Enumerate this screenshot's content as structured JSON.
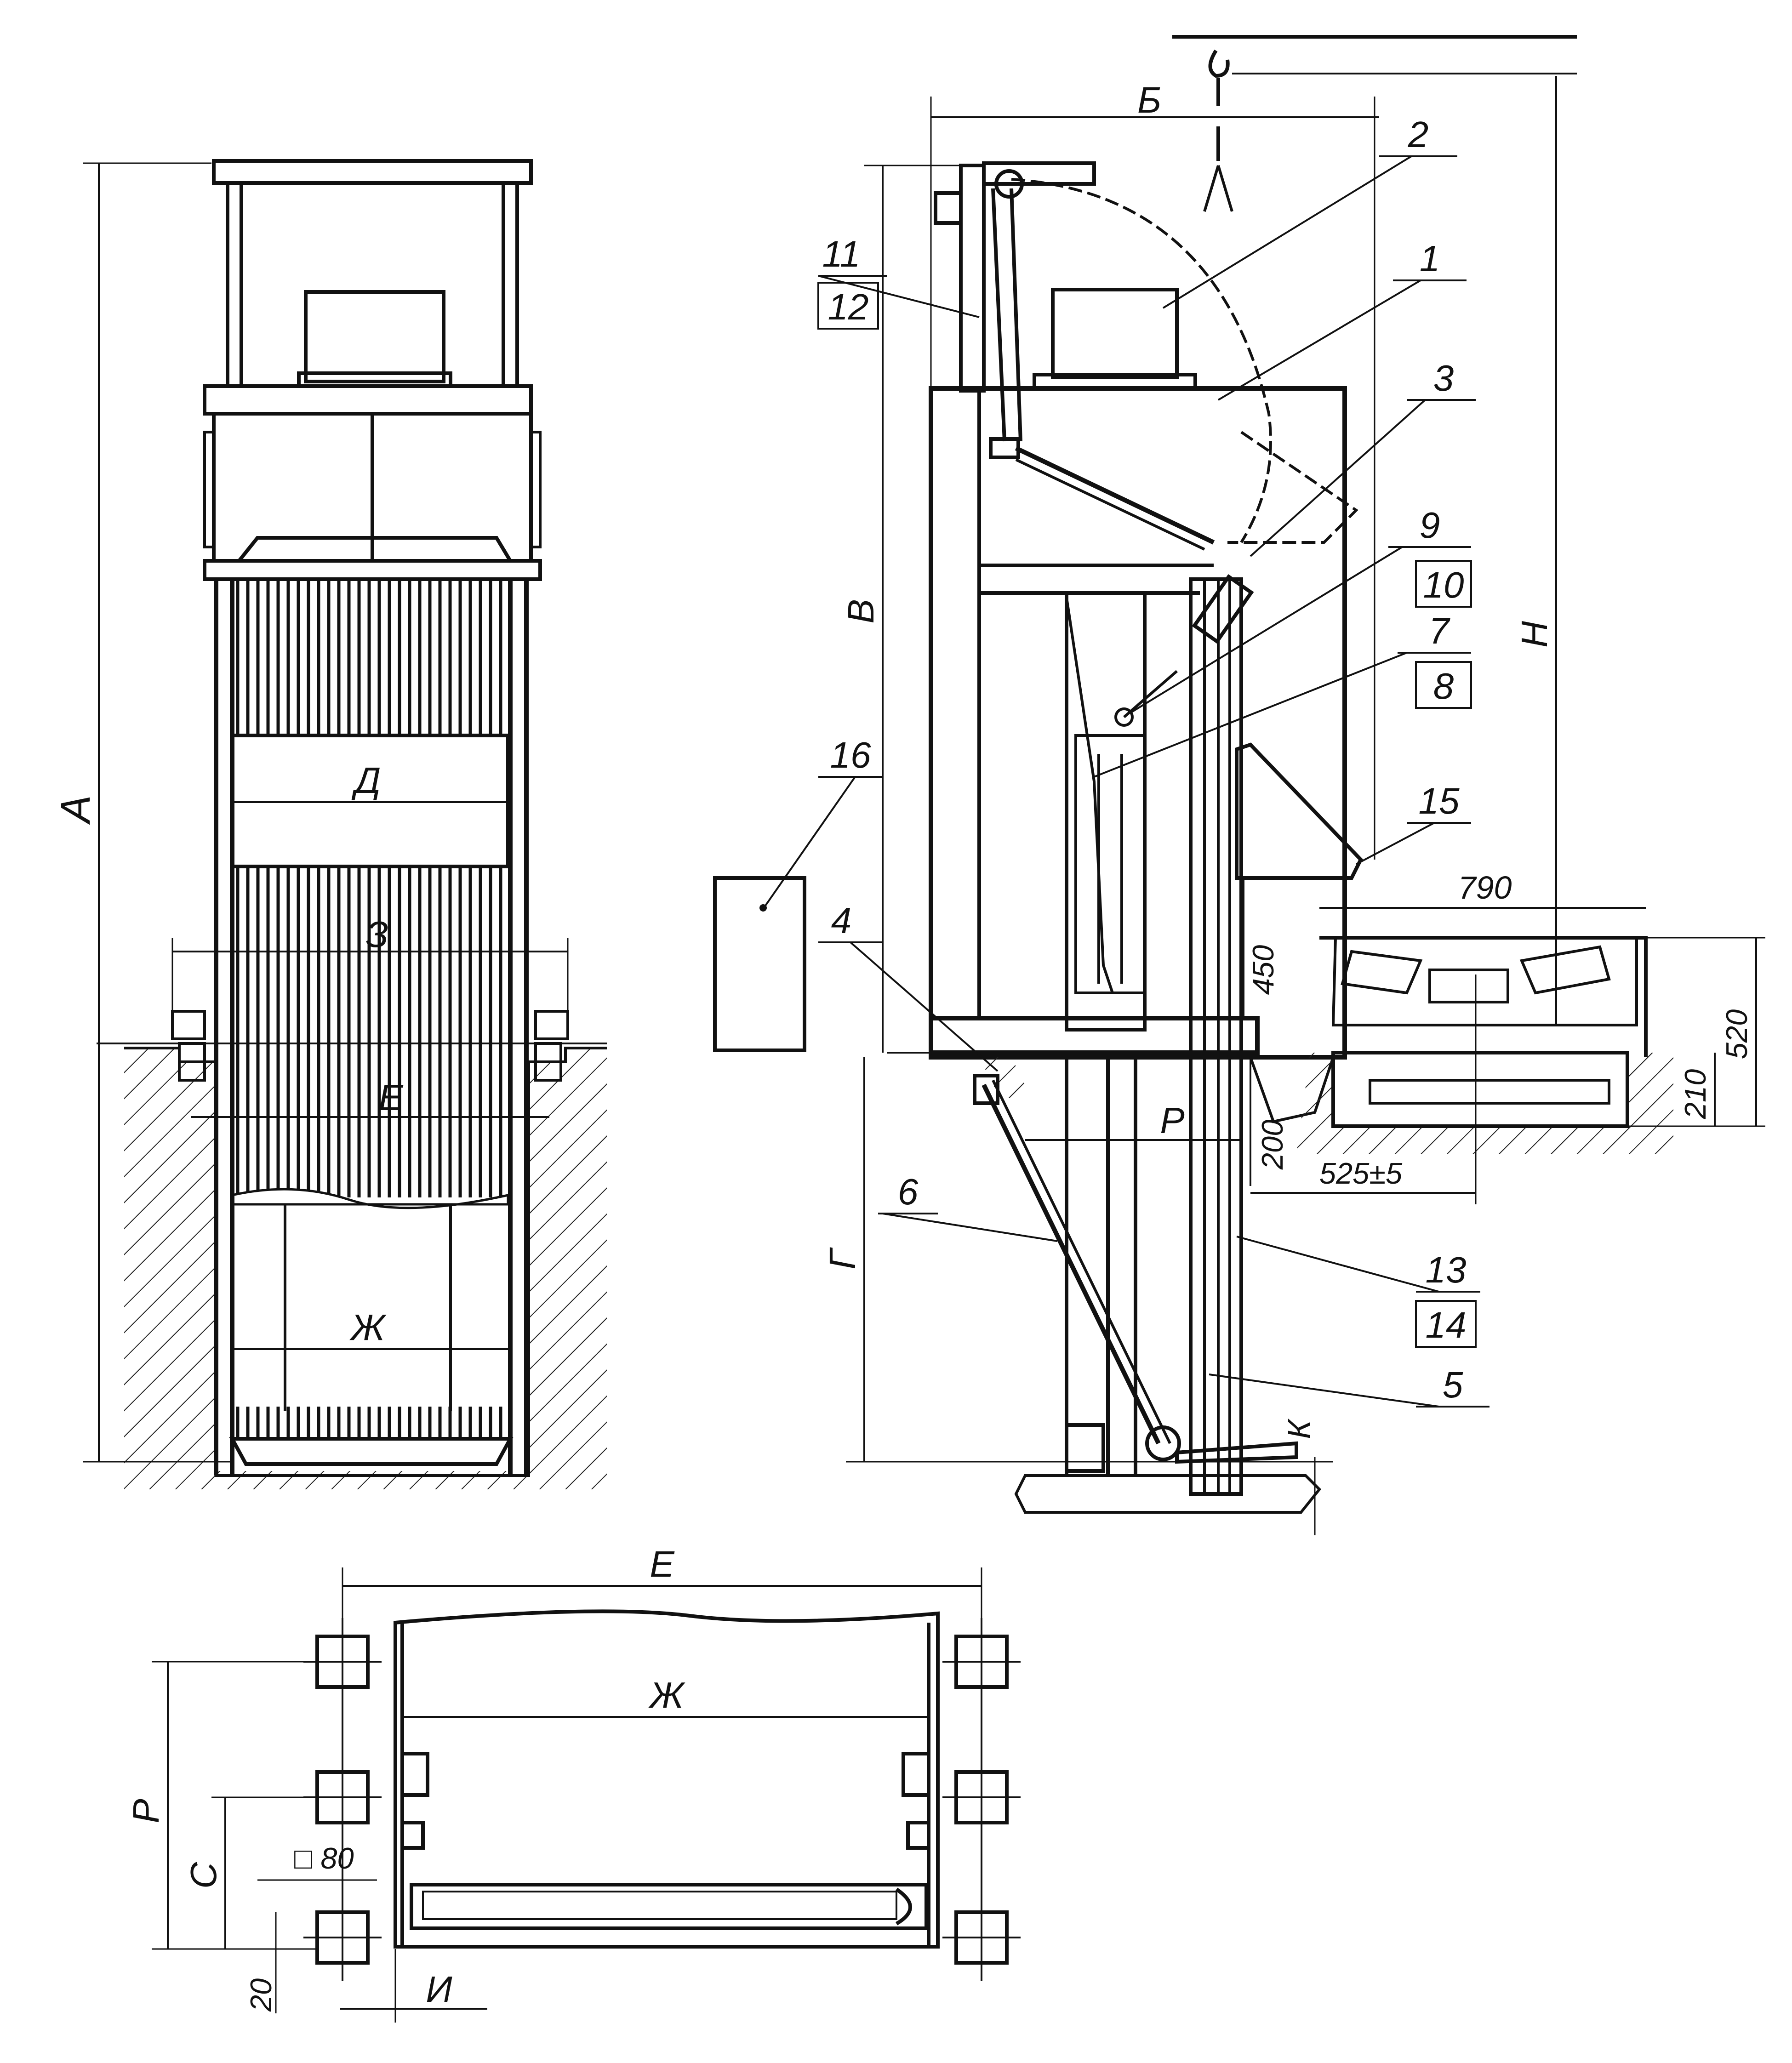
{
  "front_view": {
    "dimensions": {
      "A": "А",
      "D": "Д",
      "Z": "З",
      "E": "Е",
      "ZH": "Ж"
    }
  },
  "side_view": {
    "dimensions": {
      "B": "Б",
      "V": "В",
      "G": "Г",
      "N": "Н",
      "R": "Р",
      "K": "К",
      "d790": "790",
      "d450": "450",
      "d520": "520",
      "d210": "210",
      "d200": "200",
      "d525": "525±5"
    },
    "callouts": {
      "c1": "1",
      "c2": "2",
      "c3": "3",
      "c4": "4",
      "c5": "5",
      "c6": "6",
      "c7": "7",
      "c8": "8",
      "c9": "9",
      "c10": "10",
      "c11": "11",
      "c12": "12",
      "c13": "13",
      "c14": "14",
      "c15": "15",
      "c16": "16"
    }
  },
  "plan_view": {
    "dimensions": {
      "E": "Е",
      "ZH": "Ж",
      "R": "Р",
      "S": "С",
      "I": "И",
      "d20": "20",
      "sq80": "□ 80"
    }
  }
}
